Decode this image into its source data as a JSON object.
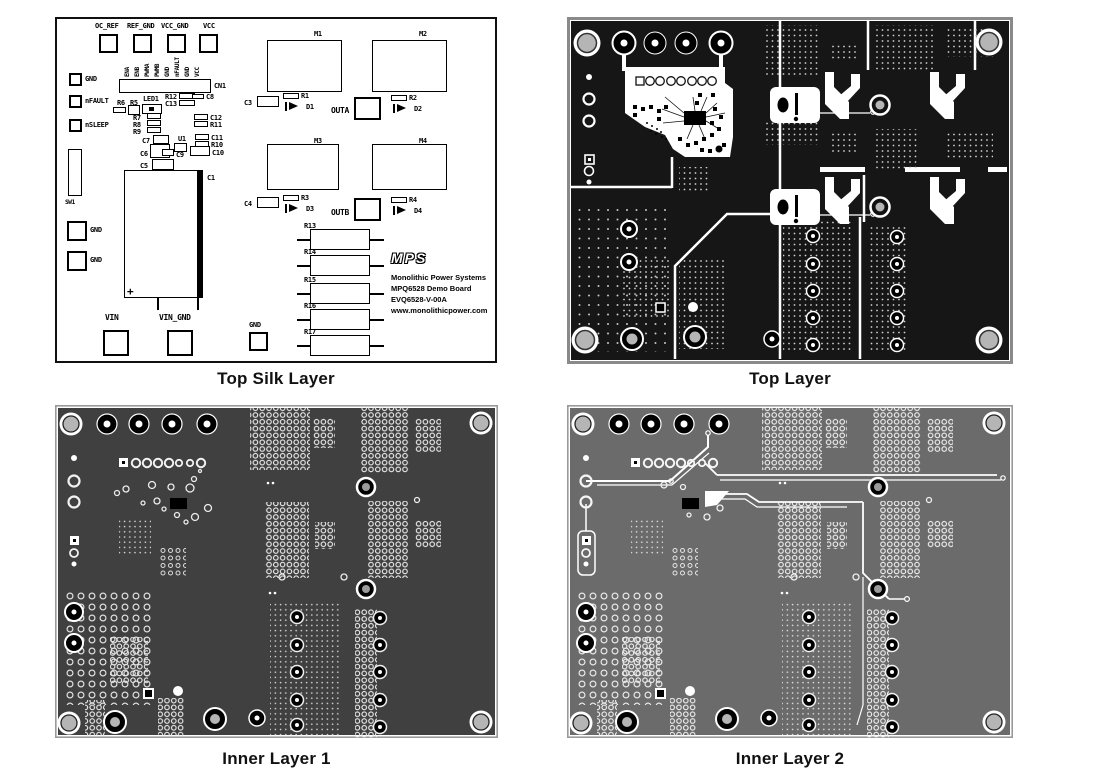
{
  "captions": {
    "top_silk": "Top Silk Layer",
    "top": "Top Layer",
    "inner1": "Inner Layer 1",
    "inner2": "Inner Layer 2"
  },
  "colors": {
    "page_bg": "#ffffff",
    "silk_line": "#000000",
    "top_copper": "#161616",
    "inner1_copper": "#404040",
    "inner2_copper": "#6b6b6b",
    "hole_center": "#b5b5b5",
    "via_ring": "#ededed"
  },
  "silk": {
    "top_pads": [
      "OC_REF",
      "REF_GND",
      "VCC_GND",
      "VCC"
    ],
    "left_pads": [
      "GND",
      "nFAULT",
      "nSLEEP"
    ],
    "mid_pads": [
      "GND",
      "GND"
    ],
    "bottom_pads": [
      "VIN",
      "VIN_GND",
      "GND"
    ],
    "sw": "SW1",
    "cap_main": "C1",
    "plus": "+",
    "connector": "CN1",
    "cn_pins": [
      "ENA",
      "ENB",
      "PWMA",
      "PWMB",
      "GND",
      "nFAULT",
      "GND",
      "VCC"
    ],
    "fets": [
      "M1",
      "M2",
      "M3",
      "M4"
    ],
    "outputs": [
      "OUTA",
      "OUTB"
    ],
    "refs": {
      "r6": "R6",
      "r5": "R5",
      "led1": "LED1",
      "r7": "R7",
      "r8": "R8",
      "r9": "R9",
      "r12": "R12",
      "c13": "C13",
      "c8": "C8",
      "c12": "C12",
      "r11": "R11",
      "c11": "C11",
      "r10": "R10",
      "c7": "C7",
      "u1": "U1",
      "c6": "C6",
      "c9": "C9",
      "c10": "C10",
      "c5": "C5",
      "c3": "C3",
      "c4": "C4",
      "r1": "R1",
      "d1": "D1",
      "r2": "R2",
      "d2": "D2",
      "r3": "R3",
      "d3": "D3",
      "r4": "R4",
      "d4": "D4",
      "r13": "R13",
      "r14": "R14",
      "r15": "R15",
      "r16": "R16",
      "r17": "R17"
    },
    "brand": {
      "logo": "MPS",
      "line1": "Monolithic Power Systems",
      "line2": "MPQ6528 Demo Board",
      "line3": "EVQ6528-V-00A",
      "line4": "www.monolithicpower.com"
    }
  }
}
